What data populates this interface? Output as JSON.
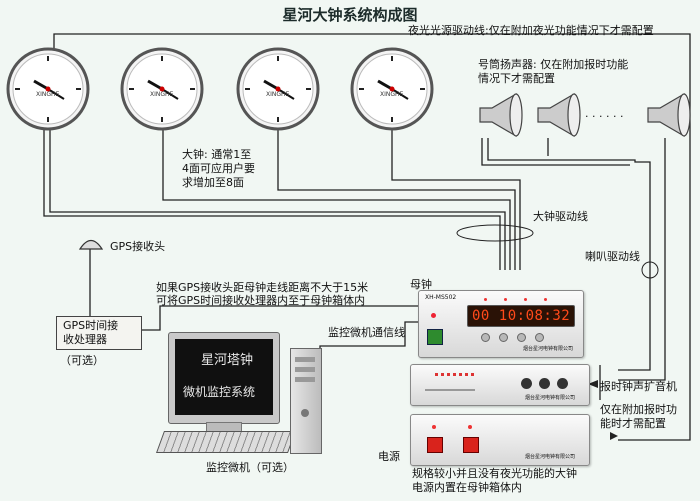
{
  "title": "星河大钟系统构成图",
  "labels": {
    "night_light": "夜光光源驱动线:仅在附加夜光功能情况下才需配置",
    "speaker_note_1": "号筒扬声器: 仅在附加报时功能",
    "speaker_note_2": "情况下才需配置",
    "big_clock_1": "大钟: 通常1至",
    "big_clock_2": "4面可应用户要",
    "big_clock_3": "求增加至8面",
    "big_clock_driver": "大钟驱动线",
    "horn_driver": "喇叭驱动线",
    "gps_antenna": "GPS接收头",
    "gps_distance_1": "如果GPS接收头距母钟走线距离不大于15米",
    "gps_distance_2": "可将GPS时间接收处理器内至于母钟箱体内",
    "mother_clock": "母钟",
    "monitor_comm": "监控微机通信线",
    "gps_proc_1": "GPS时间接",
    "gps_proc_2": "收处理器",
    "optional": "（可选）",
    "chime_amp": "报时钟声扩音机",
    "chime_note_1": "仅在附加报时功",
    "chime_note_2": "能时才需配置",
    "power": "电源",
    "power_note_1": "规格较小并且没有夜光功能的大钟",
    "power_note_2": "电源内置在母钟箱体内",
    "monitor_pc": "监控微机（可选）",
    "dots": "· · · · · ·"
  },
  "clock": {
    "brand": "XINGHE",
    "count": 4
  },
  "mother_clock": {
    "model": "XH-MS502",
    "time_display": "00 10:08:32",
    "maker": "烟台星河电钟有限公司"
  },
  "amp": {
    "maker": "烟台星河电钟有限公司"
  },
  "psu": {
    "maker": "烟台星河电钟有限公司"
  },
  "monitor": {
    "line1": "星河塔钟",
    "line2": "微机监控系统"
  },
  "colors": {
    "display_bg": "#2a1206",
    "display_digits": "#ff4a1a",
    "power_button": "#d9231c",
    "green_button": "#2e8b2e"
  }
}
